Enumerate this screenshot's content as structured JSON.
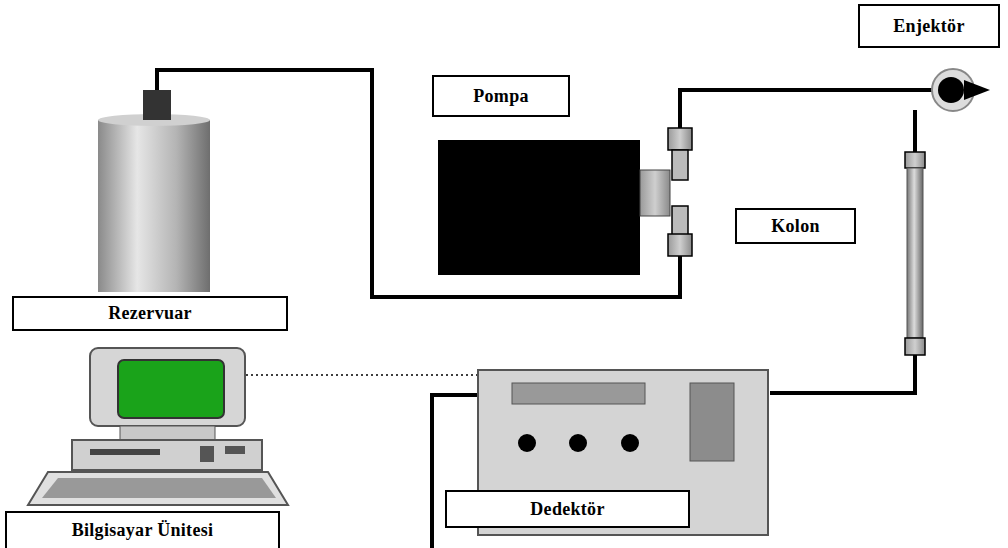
{
  "diagram": {
    "nodes": [
      {
        "text": [
          "Enjektör"
        ]
      },
      {
        "text": [
          "Pompa"
        ]
      },
      {
        "text": [
          "Kolon"
        ]
      },
      {
        "text": [
          "Rezervuar"
        ]
      },
      {
        "text": [
          "Bilgisayar Ünitesi"
        ]
      },
      {
        "text": [
          "Dedektör"
        ]
      }
    ]
  }
}
